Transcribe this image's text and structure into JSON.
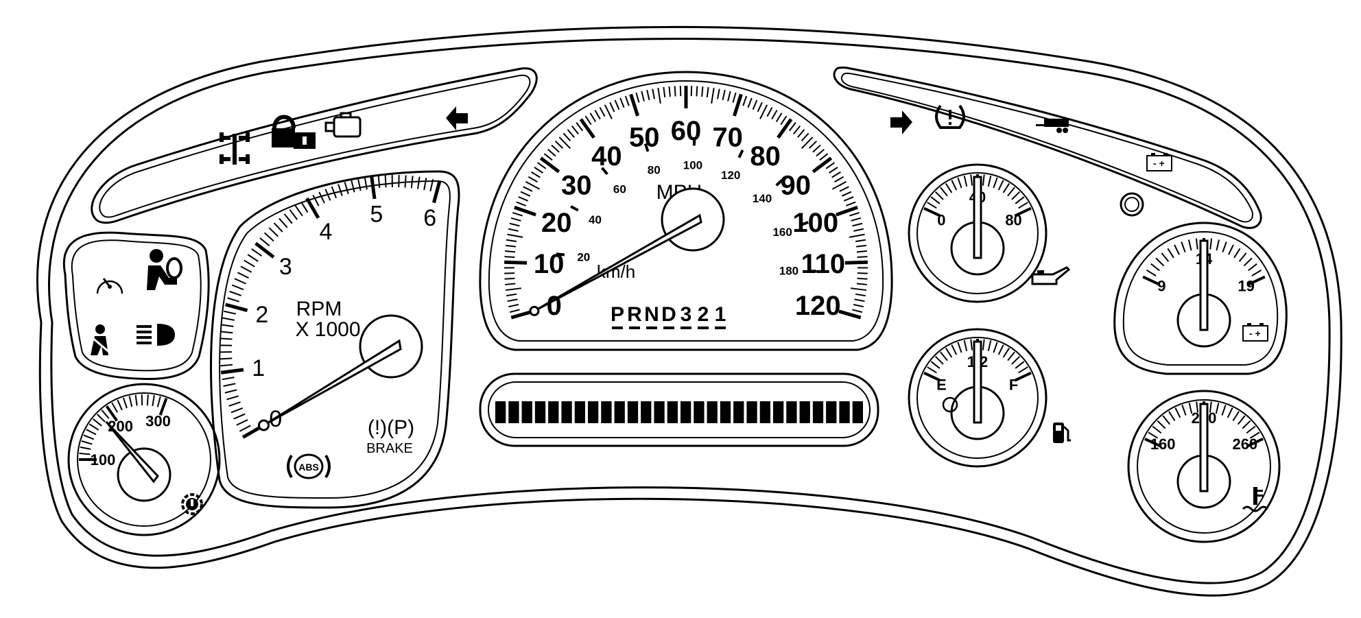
{
  "colors": {
    "ink": "#000000",
    "paper": "#ffffff"
  },
  "speedometer": {
    "unit_primary": "MPH",
    "unit_secondary": "km/h",
    "mph_labels": [
      "0",
      "10",
      "20",
      "30",
      "40",
      "50",
      "60",
      "70",
      "80",
      "90",
      "100",
      "110",
      "120"
    ],
    "kmh_labels": [
      "20",
      "40",
      "60",
      "80",
      "100",
      "120",
      "140",
      "160",
      "180"
    ],
    "needle_value_mph": 0
  },
  "tachometer": {
    "unit_line1": "RPM",
    "unit_line2": "X 1000",
    "labels": [
      "0",
      "1",
      "2",
      "3",
      "4",
      "5",
      "6"
    ],
    "needle_value": 0
  },
  "transmission": {
    "gears": [
      "P",
      "R",
      "N",
      "D",
      "3",
      "2",
      "1"
    ]
  },
  "trans_temp": {
    "labels": [
      "100",
      "200",
      "300"
    ],
    "icon": "transmission-temp-icon"
  },
  "oil_pressure": {
    "labels": [
      "0",
      "40",
      "80"
    ],
    "icon": "oil-can-icon"
  },
  "fuel": {
    "labels": [
      "E",
      "1/2",
      "F"
    ],
    "icon": "fuel-pump-icon"
  },
  "voltmeter": {
    "labels": [
      "9",
      "14",
      "19"
    ],
    "icon": "battery-icon"
  },
  "coolant_temp": {
    "labels": [
      "160",
      "210",
      "260"
    ],
    "icon": "coolant-temp-icon"
  },
  "warnings": {
    "brake_text": "BRAKE",
    "abs_text": "ABS",
    "left_strip_icons": [
      "4wd-icon",
      "security-lock-icon",
      "check-engine-icon",
      "left-turn-arrow-icon"
    ],
    "right_strip_icons": [
      "right-turn-arrow-icon",
      "tire-pressure-icon",
      "tow-haul-icon",
      "charging-system-icon",
      "service-light-icon"
    ],
    "left_cluster_icons": [
      "cruise-control-icon",
      "airbag-icon",
      "seatbelt-icon",
      "high-beam-icon"
    ]
  }
}
